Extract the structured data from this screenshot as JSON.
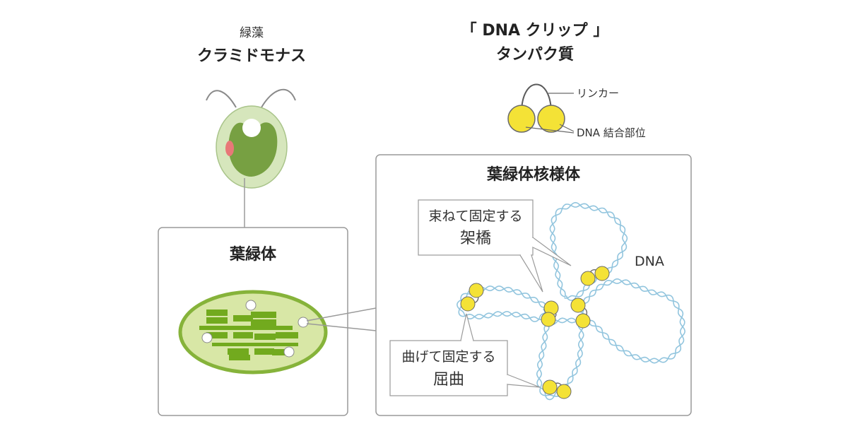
{
  "algae": {
    "label": "緑藻",
    "name": "クラミドモナス"
  },
  "clip": {
    "title_line1": "「 DNA クリップ 」",
    "title_line2": "タンパク質",
    "linker_label": "リンカー",
    "binding_label": "DNA 結合部位"
  },
  "chloroplast": {
    "title": "葉緑体"
  },
  "nucleoid": {
    "title": "葉緑体核様体",
    "dna_label": "DNA",
    "bridge_caption_line1": "束ねて固定する",
    "bridge_caption_line2": "架橋",
    "bend_caption_line1": "曲げて固定する",
    "bend_caption_line2": "屈曲"
  },
  "colors": {
    "algae_outer": "#d6e6bc",
    "algae_inner": "#77a042",
    "eyespot": "#e87878",
    "chloroplast_fill": "#d8e7a6",
    "chloroplast_rim": "#86b33a",
    "thylakoid": "#72aa1e",
    "clip_yellow": "#f4e236",
    "dna_blue": "#92c5de",
    "panel_border": "#9a9a9a"
  }
}
